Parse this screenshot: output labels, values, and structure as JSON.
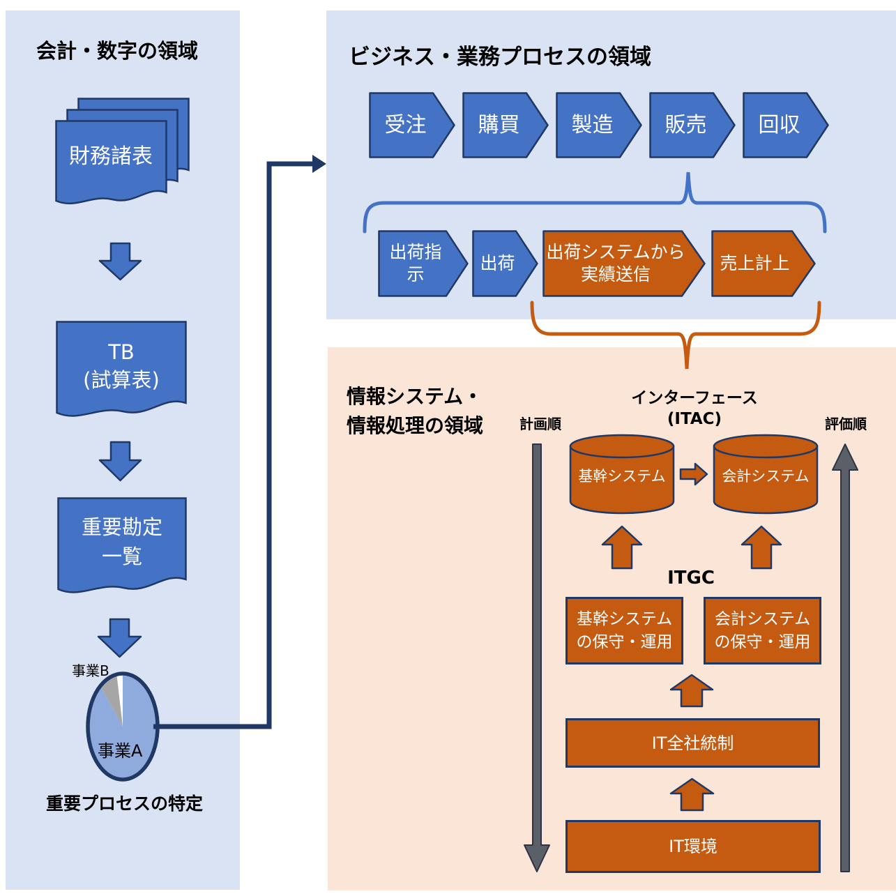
{
  "colors": {
    "panel_blue": "#dae3f3",
    "panel_peach": "#fbe5d6",
    "shape_blue": "#4472c4",
    "shape_orange": "#c55a11",
    "outline_navy": "#1f3864",
    "pie_blue": "#8faadc",
    "pie_gray": "#a6a6a6",
    "arrow_gray": "#5b5f68"
  },
  "accounting_panel": {
    "title": "会計・数字の領域",
    "financial_statements": "財務諸表",
    "trial_balance_line1": "TB",
    "trial_balance_line2": "(試算表)",
    "key_accounts_line1": "重要勘定",
    "key_accounts_line2": "一覧",
    "pie_label_a": "事業A",
    "pie_label_b": "事業B",
    "caption": "重要プロセスの特定"
  },
  "business_panel": {
    "title": "ビジネス・業務プロセスの領域",
    "main_process": [
      "受注",
      "購買",
      "製造",
      "販売",
      "回収"
    ],
    "shipping_steps": {
      "step1_line1": "出荷指",
      "step1_line2": "示",
      "step2": "出荷",
      "step3_line1": "出荷システムから",
      "step3_line2": "実績送信",
      "step4": "売上計上"
    }
  },
  "it_panel": {
    "title_line1": "情報システム・",
    "title_line2": "情報処理の領域",
    "interface_label": "インターフェース",
    "interface_code": "(ITAC)",
    "plan_order_label": "計画順",
    "eval_order_label": "評価順",
    "core_system": "基幹システム",
    "accounting_system": "会計システム",
    "itgc_label": "ITGC",
    "core_maintenance_line1": "基幹システム",
    "core_maintenance_line2": "の保守・運用",
    "acct_maintenance_line1": "会計システム",
    "acct_maintenance_line2": "の保守・運用",
    "company_wide_control": "IT全社統制",
    "it_environment": "IT環境"
  }
}
